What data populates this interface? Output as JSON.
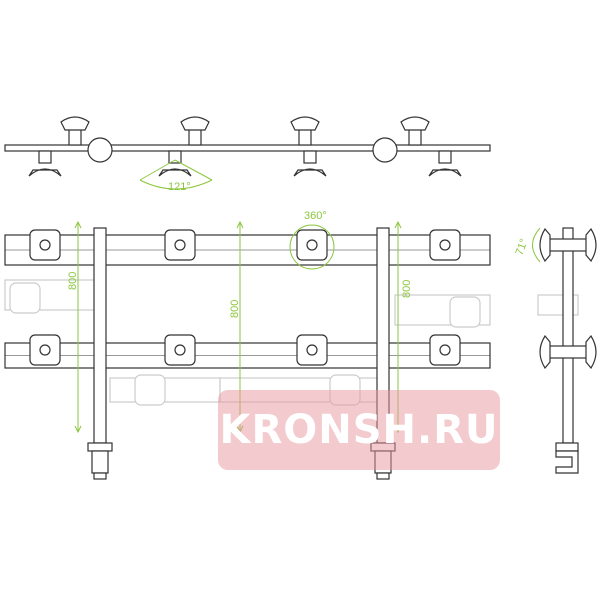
{
  "drawing": {
    "top_view": {
      "swivel_angle": "121°"
    },
    "front_view": {
      "rotation_angle": "360°",
      "height_labels": [
        "800",
        "800",
        "800"
      ]
    },
    "side_view": {
      "tilt_angle": "71°"
    }
  },
  "watermark": "KRONSH.RU",
  "colors": {
    "line": "#333333",
    "dimension": "#8cc63f",
    "ghost": "#cccccc",
    "watermark": "#e8969b"
  }
}
